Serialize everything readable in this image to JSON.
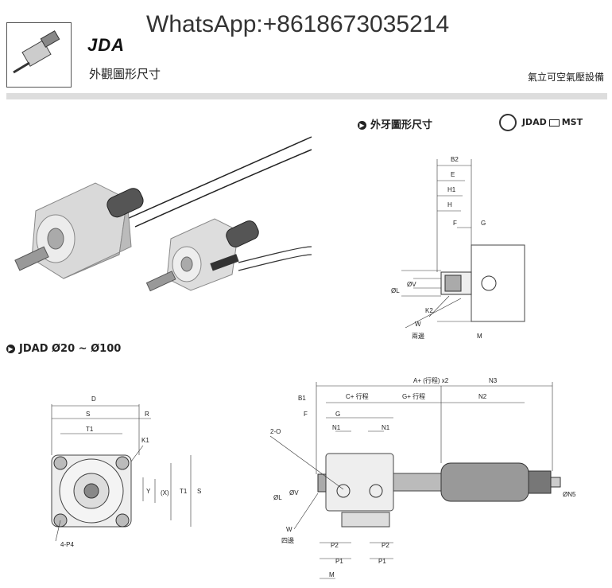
{
  "header": {
    "series": "JDA",
    "watermark": "WhatsApp:+8618673035214",
    "subtitle": "外觀圖形尺寸",
    "right_text": "氣立可空氣壓設備"
  },
  "sections": {
    "male_thread": "外牙圖形尺寸",
    "range": "JDAD Ø20 ~ Ø100"
  },
  "badge": {
    "a": "JDAD",
    "b": "MST"
  },
  "labels": {
    "B2": "B2",
    "E": "E",
    "H1": "H1",
    "H": "H",
    "F": "F",
    "G": "G",
    "K2": "K2",
    "W": "W",
    "two_sides": "兩邊",
    "M": "M",
    "phiV": "ØV",
    "phiL": "ØL",
    "D": "D",
    "S": "S",
    "R": "R",
    "T1": "T1",
    "K1": "K1",
    "Y": "Y",
    "X": "(X)",
    "P4": "4-P4",
    "A_stroke": "A+ (行程) x2",
    "N3": "N3",
    "B1": "B1",
    "C_stroke": "C+ 行程",
    "G_stroke": "G+ 行程",
    "N2": "N2",
    "O": "2-O",
    "N1": "N1",
    "N5": "ØN5",
    "four_sides": "四邊",
    "P2": "P2",
    "P1": "P1"
  },
  "colors": {
    "accent": "#222222",
    "rule": "#dddddd"
  }
}
